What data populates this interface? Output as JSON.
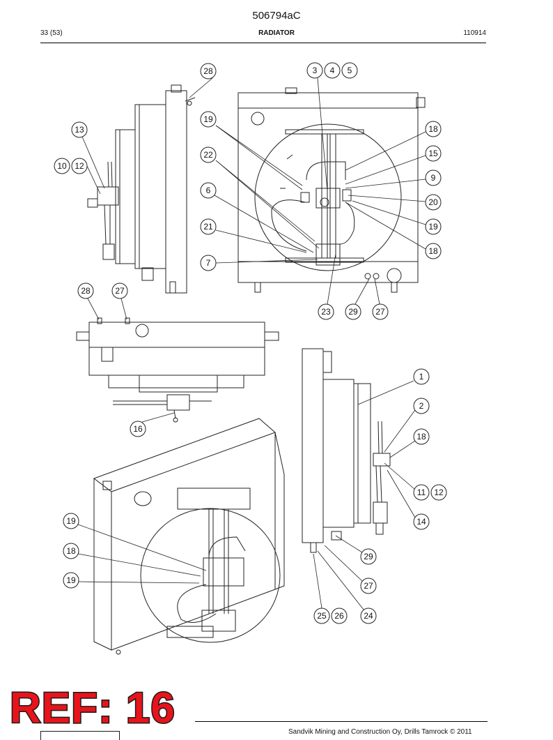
{
  "header": {
    "doc_number": "506794aC",
    "page": "33 (53)",
    "title": "RADIATOR",
    "date_code": "110914"
  },
  "callouts": [
    "28",
    "3",
    "4",
    "5",
    "19",
    "18",
    "13",
    "15",
    "10",
    "12",
    "22",
    "9",
    "6",
    "20",
    "19",
    "21",
    "18",
    "7",
    "23",
    "29",
    "27",
    "28",
    "27",
    "1",
    "16",
    "2",
    "18",
    "11",
    "12",
    "14",
    "19",
    "29",
    "18",
    "19",
    "27",
    "25",
    "26",
    "24"
  ],
  "ref_stamp": "REF: 16",
  "footer_text": "Sandvik Mining and Construction Oy, Drills Tamrock © 2011"
}
